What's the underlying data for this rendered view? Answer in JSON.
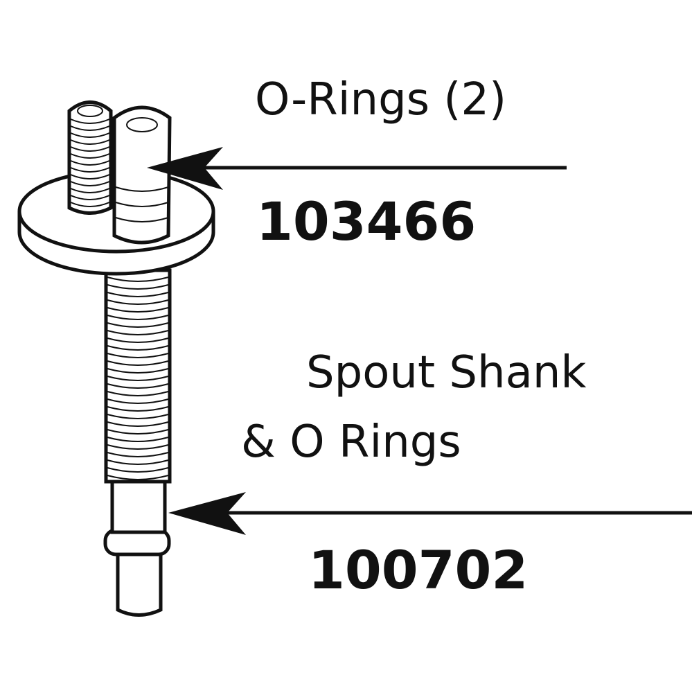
{
  "callouts": [
    {
      "name": "O-Rings (2)",
      "part_number": "103466"
    },
    {
      "name_line1": "Spout Shank",
      "name_line2": "& O Rings",
      "part_number": "100702"
    }
  ],
  "colors": {
    "ink": "#111111",
    "background": "#ffffff"
  }
}
